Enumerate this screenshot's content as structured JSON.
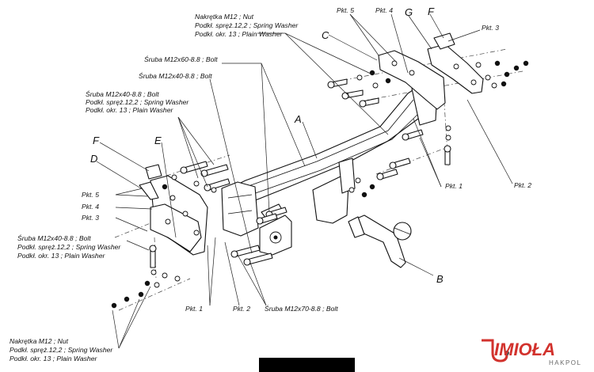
{
  "labels": {
    "nut_top": [
      "Nakrętka  M12 ; Nut",
      "Podkł. spręż.12,2 ; Spring Washer",
      "Podkł. okr. 13 ; Plain Washer"
    ],
    "bolt_m12x60": "Śruba M12x60-8.8  ;  Bolt",
    "bolt_m12x40_top": "Śruba M12x40-8.8  ;  Bolt",
    "bolt_left_top": [
      "Śruba M12x40-8.8 ;  Bolt",
      "Podkł. spręż.12,2 ; Spring Washer",
      "Podkł. okr. 13 ; Plain Washer"
    ],
    "bolt_left_bottom": [
      "Śruba M12x40-8.8 ;  Bolt",
      "Podkł. spręż.12,2 ; Spring Washer",
      "Podkł. okr. 13 ; Plain Washer"
    ],
    "nut_bottom": [
      "Nakrętka  M12 ; Nut",
      "Podkł. spręż.12,2 ; Spring Washer",
      "Podkł. okr. 13 ; Plain Washer"
    ],
    "bolt_m12x70": "Śruba M12x70-8.8  ;  Bolt"
  },
  "points": {
    "p5_top": "Pkt. 5",
    "p4_top": "Pkt. 4",
    "p3_top": "Pkt. 3",
    "p1_right": "Pkt. 1",
    "p2_right": "Pkt. 2",
    "p5_left": "Pkt. 5",
    "p4_left": "Pkt. 4",
    "p3_left": "Pkt. 3",
    "p1_bottom": "Pkt. 1",
    "p2_bottom": "Pkt. 2"
  },
  "parts": {
    "A": "A",
    "B": "B",
    "C": "C",
    "D": "D",
    "E": "E",
    "F_top": "F",
    "F_left": "F",
    "G": "G"
  },
  "brand": {
    "name": "IMIOŁA",
    "sub": "HAKPOL",
    "accent": "#d2322d"
  }
}
